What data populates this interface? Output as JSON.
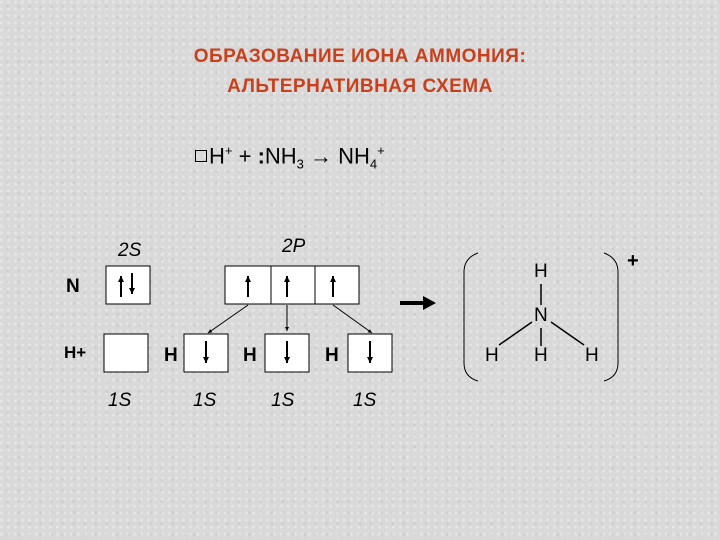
{
  "title": {
    "line1": "ОБРАЗОВАНИЕ ИОНА АММОНИЯ:",
    "line2": "АЛЬТЕРНАТИВНАЯ СХЕМА"
  },
  "equation": {
    "h": "H",
    "h_charge": "+",
    "plus": " + ",
    "nh3_prefix": "NH",
    "nh3_sub": "3",
    "arrow": " → ",
    "nh4_prefix": "NH",
    "nh4_sub": "4",
    "nh4_charge": "+"
  },
  "labels": {
    "s2": "2S",
    "p2": "2P",
    "n": "N",
    "hplus": "H+",
    "h": "H",
    "s1": "1S"
  },
  "product": {
    "charge": "+",
    "center": "N",
    "top": "H",
    "bottom": "H",
    "left": "H",
    "right": "H"
  },
  "colors": {
    "title": "#c8401c",
    "background": "#d9d9d9"
  }
}
